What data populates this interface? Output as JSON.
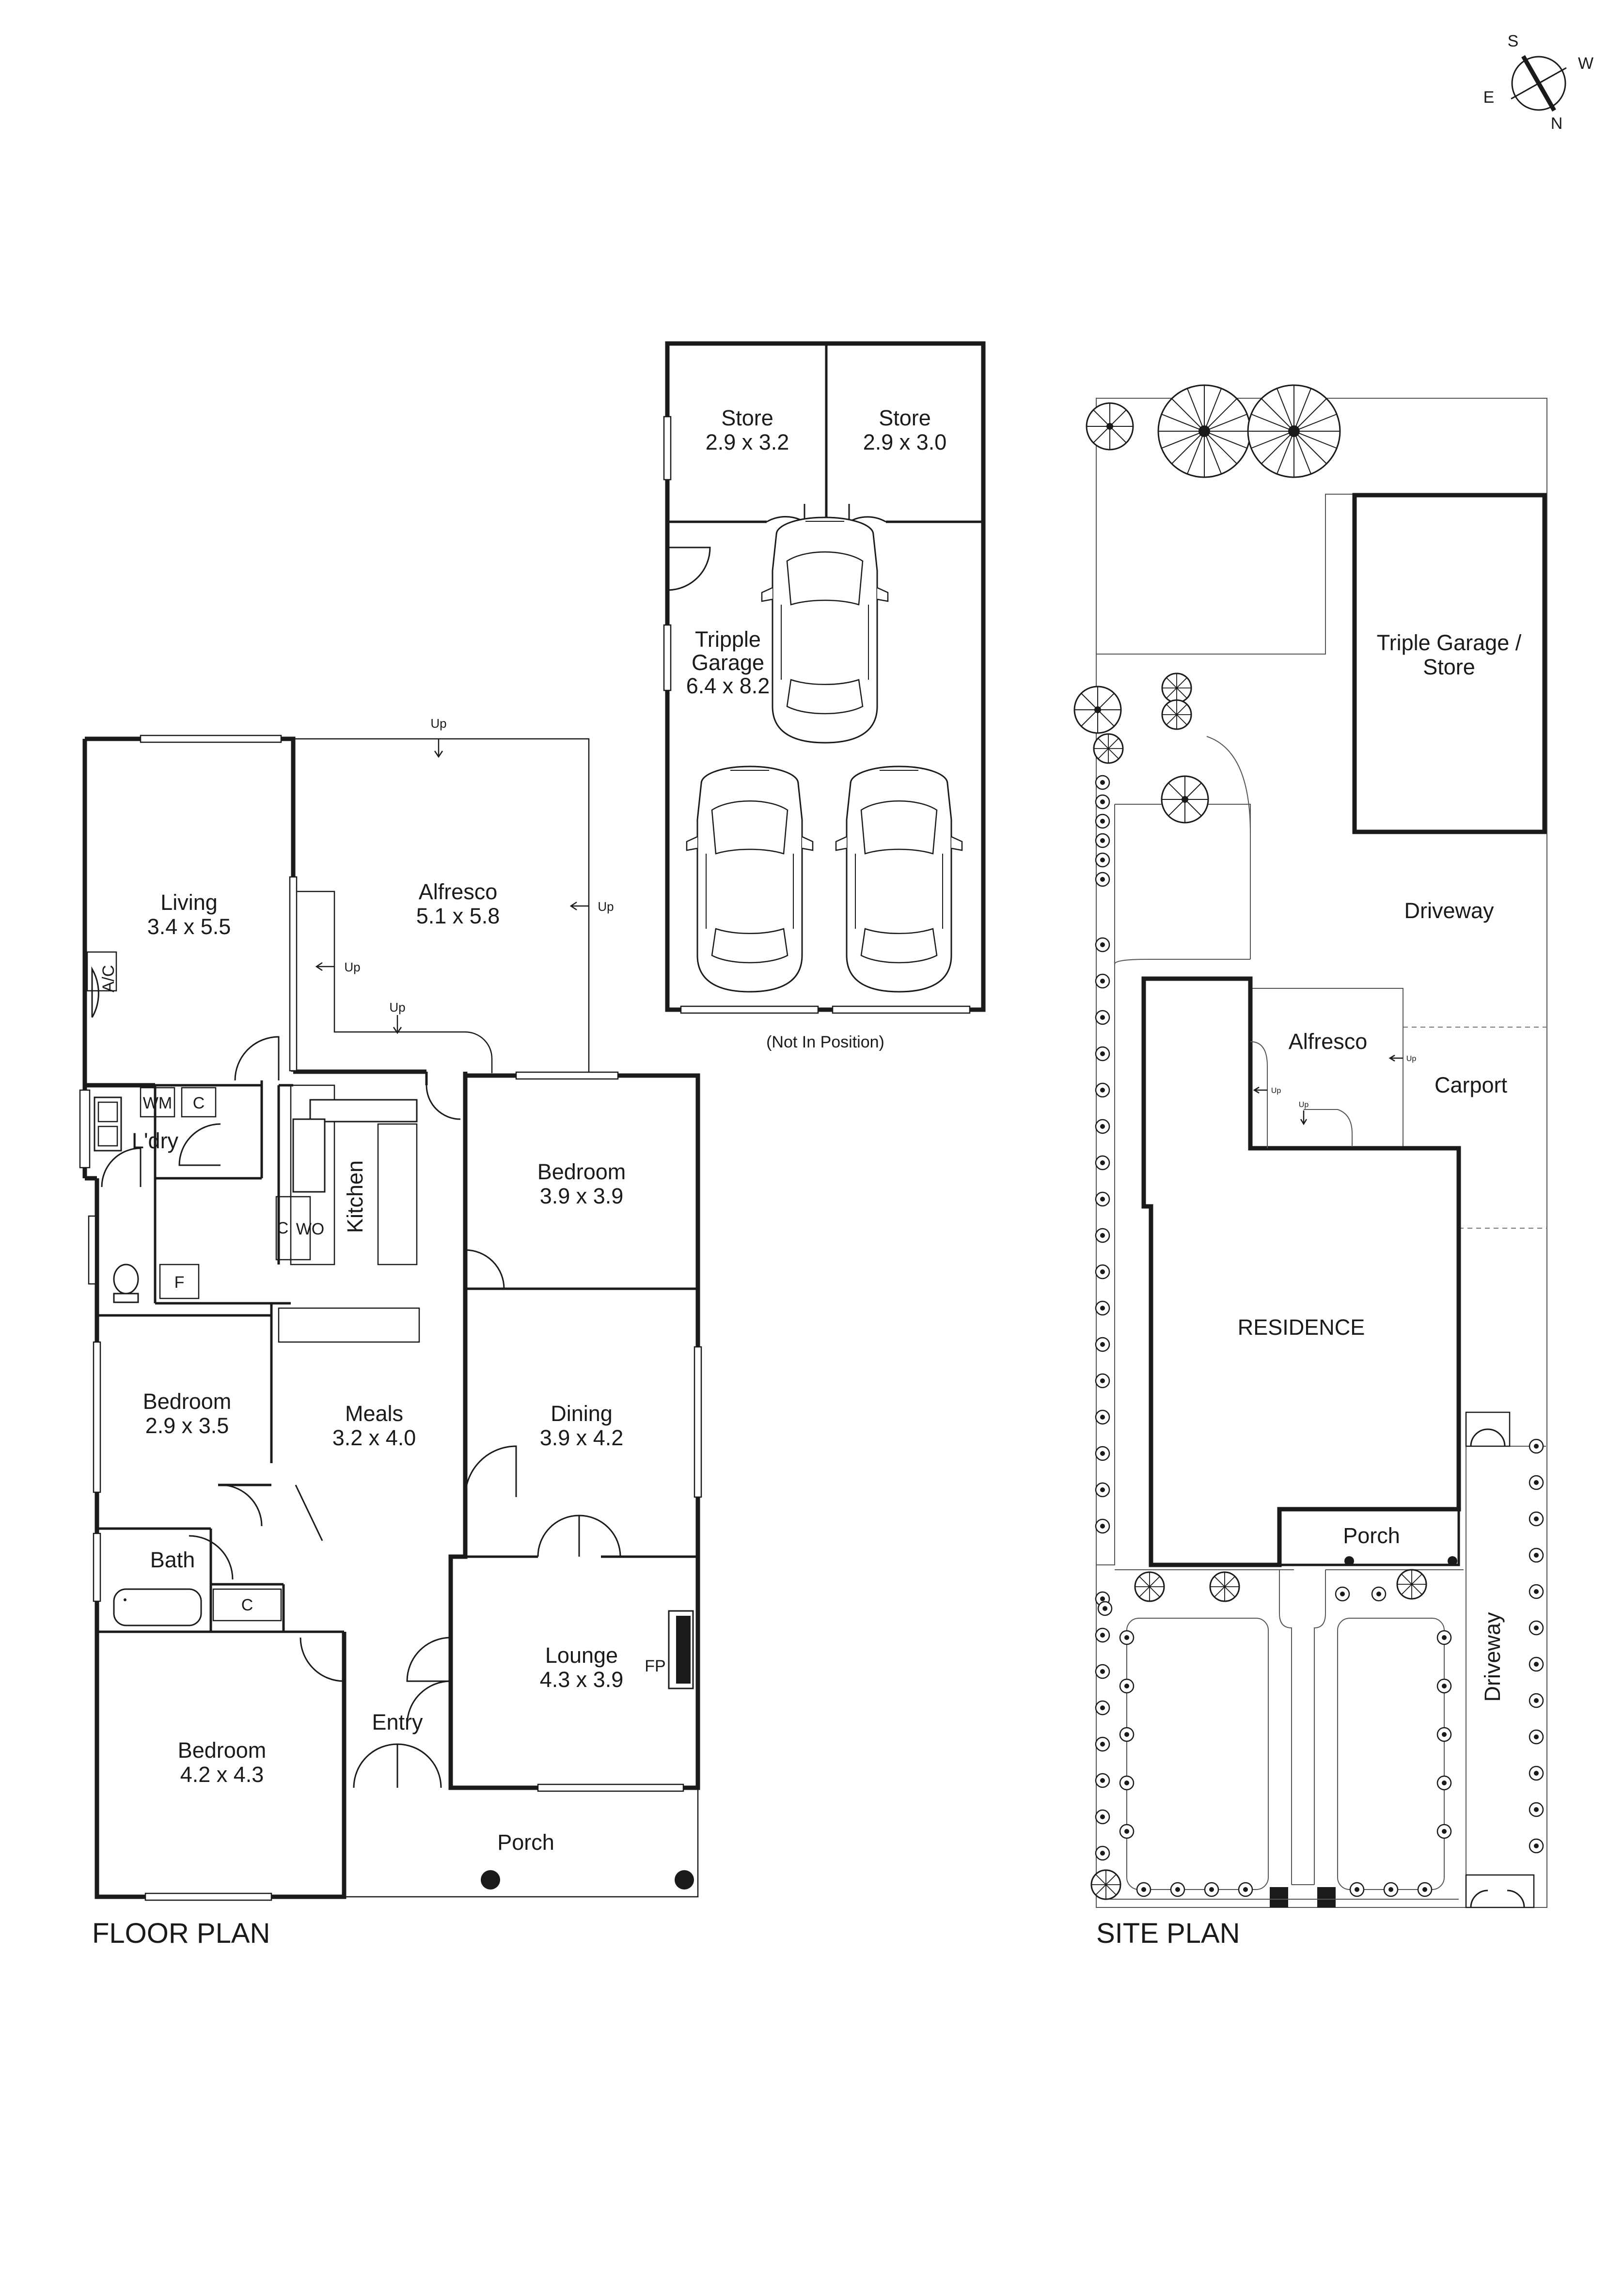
{
  "compass": {
    "s": "S",
    "w": "W",
    "e": "E",
    "n": "N"
  },
  "floor_plan": {
    "title": "FLOOR PLAN",
    "living": {
      "name": "Living",
      "size": "3.4 x 5.5"
    },
    "alfresco": {
      "name": "Alfresco",
      "size": "5.1 x 5.8"
    },
    "ldry": "L'dry",
    "wm": "WM",
    "c": "C",
    "ac": "A/C",
    "kitchen": "Kitchen",
    "wo": "WO",
    "f": "F",
    "fp": "FP",
    "up": "Up",
    "bedroom1": {
      "name": "Bedroom",
      "size": "3.9 x 3.9"
    },
    "bedroom2": {
      "name": "Bedroom",
      "size": "2.9 x 3.5"
    },
    "bedroom3": {
      "name": "Bedroom",
      "size": "4.2 x 4.3"
    },
    "meals": {
      "name": "Meals",
      "size": "3.2 x 4.0"
    },
    "dining": {
      "name": "Dining",
      "size": "3.9 x 4.2"
    },
    "bath": "Bath",
    "lounge": {
      "name": "Lounge",
      "size": "4.3 x 3.9"
    },
    "entry": "Entry",
    "porch": "Porch",
    "store1": {
      "name": "Store",
      "size": "2.9 x 3.2"
    },
    "store2": {
      "name": "Store",
      "size": "2.9 x 3.0"
    },
    "garage": {
      "name1": "Tripple",
      "name2": "Garage",
      "size": "6.4 x 8.2"
    },
    "not_in_position": "(Not In Position)"
  },
  "site_plan": {
    "title": "SITE PLAN",
    "garage_line1": "Triple Garage /",
    "garage_line2": "Store",
    "driveway": "Driveway",
    "alfresco": "Alfresco",
    "carport": "Carport",
    "residence": "RESIDENCE",
    "porch": "Porch",
    "driveway_side": "Driveway",
    "up": "Up"
  }
}
